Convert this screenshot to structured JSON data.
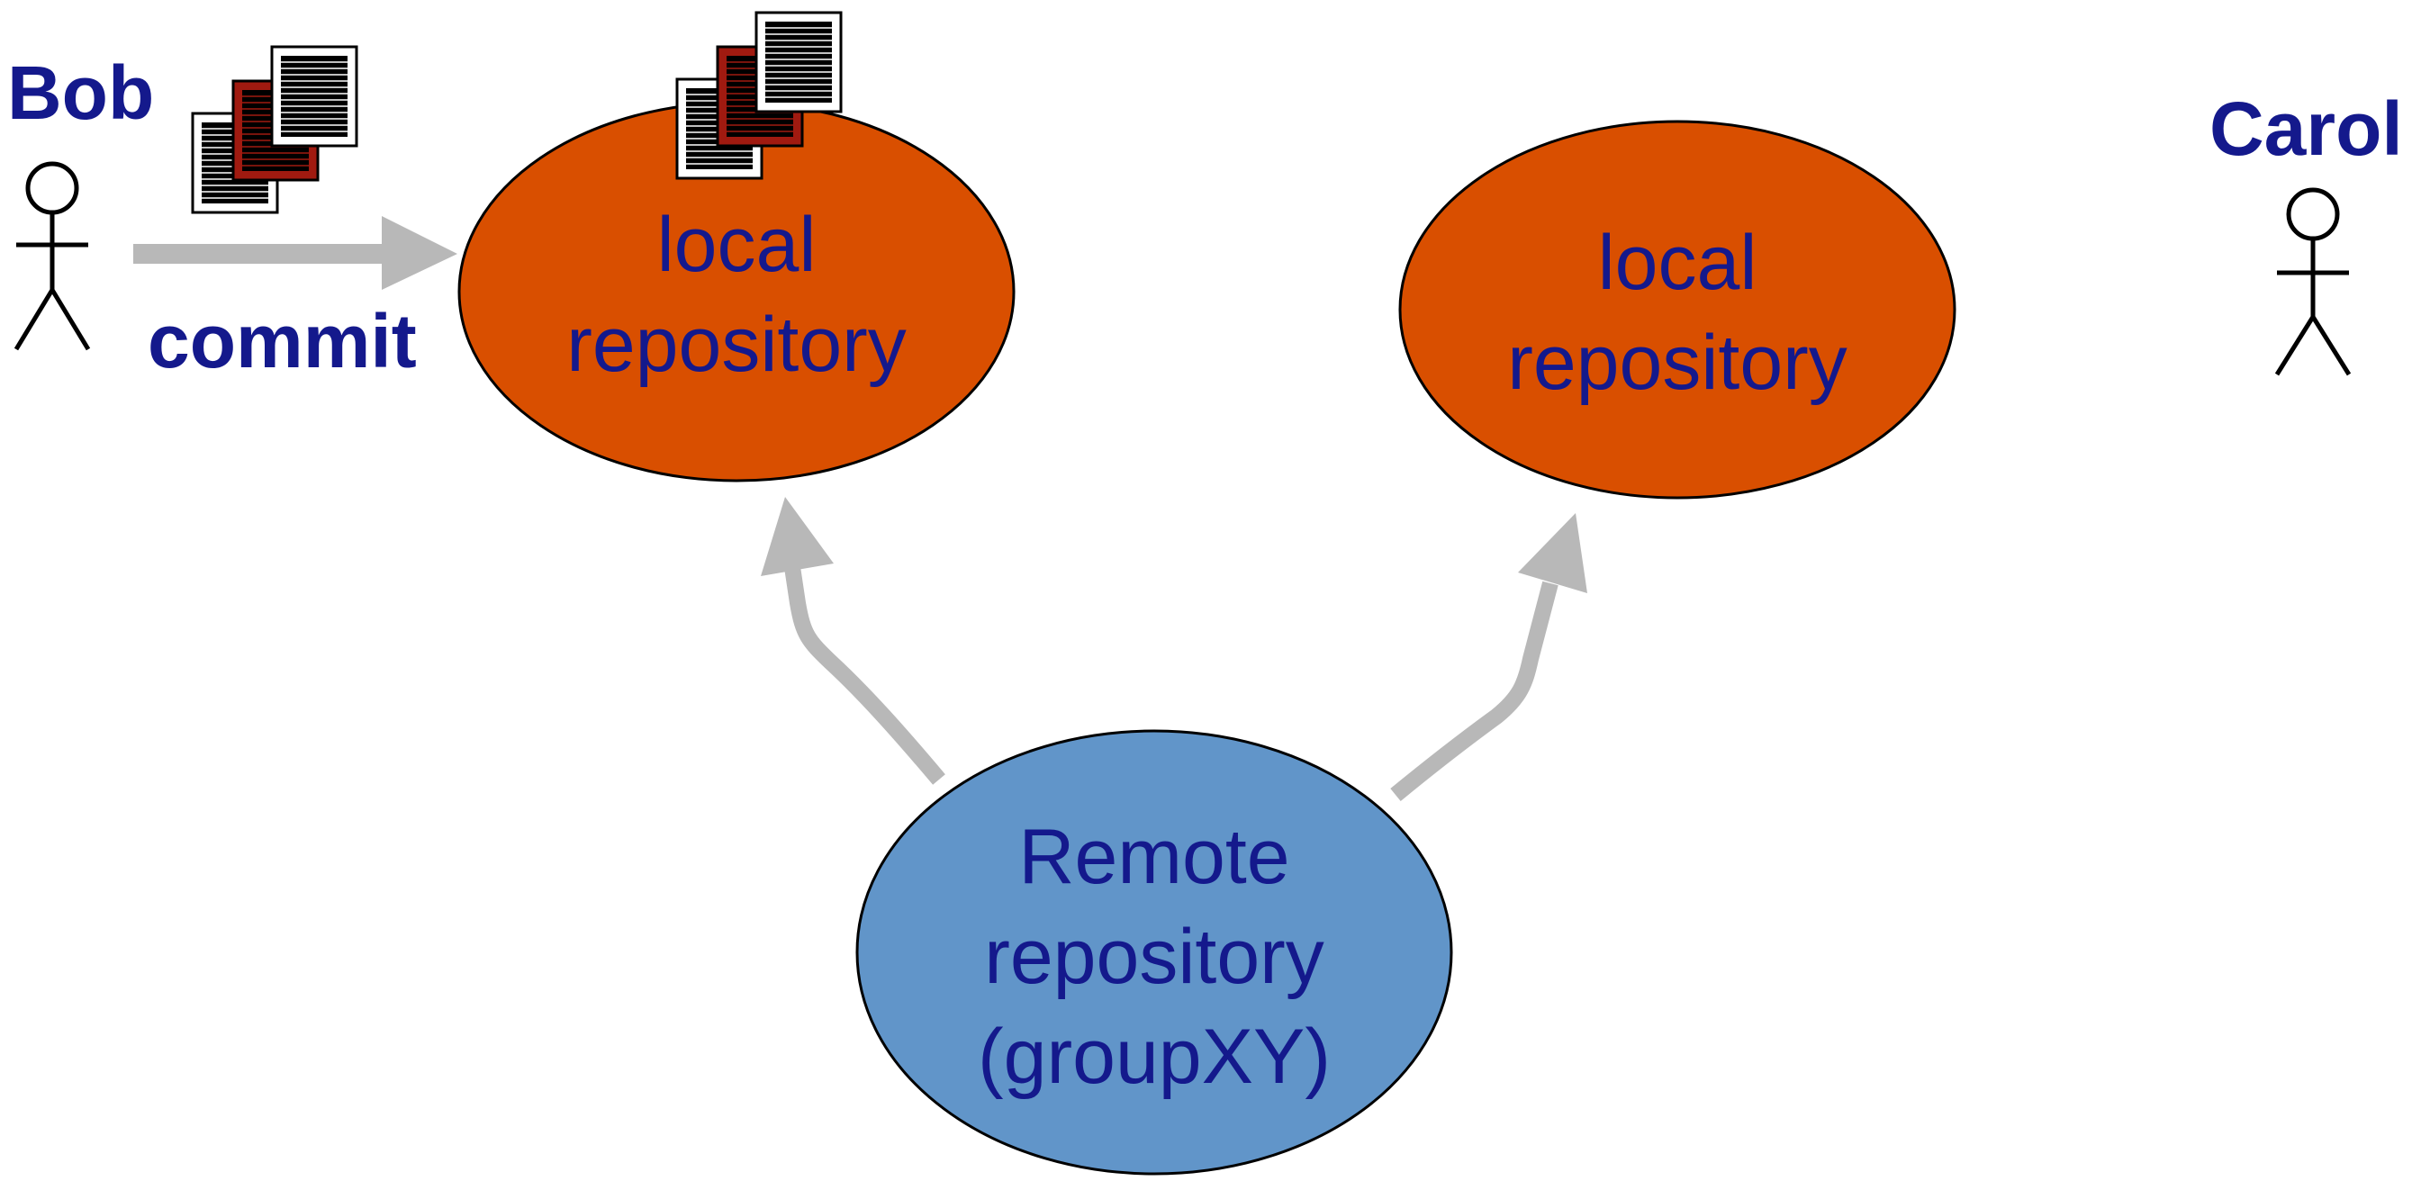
{
  "actors": {
    "left": {
      "name": "Bob"
    },
    "right": {
      "name": "Carol"
    }
  },
  "commit_label": "commit",
  "repos": {
    "local_left": {
      "line1": "local",
      "line2": "repository"
    },
    "local_right": {
      "line1": "local",
      "line2": "repository"
    },
    "remote": {
      "line1": "Remote",
      "line2": "repository",
      "line3": "(groupXY)"
    }
  },
  "colors": {
    "local_fill": "#d94f00",
    "remote_fill": "#6195c9",
    "text": "#14198c",
    "arrow": "#b8b8b8",
    "doc_red": "#a01a10"
  },
  "icons": [
    "stick-figure-icon",
    "document-stack-icon"
  ]
}
